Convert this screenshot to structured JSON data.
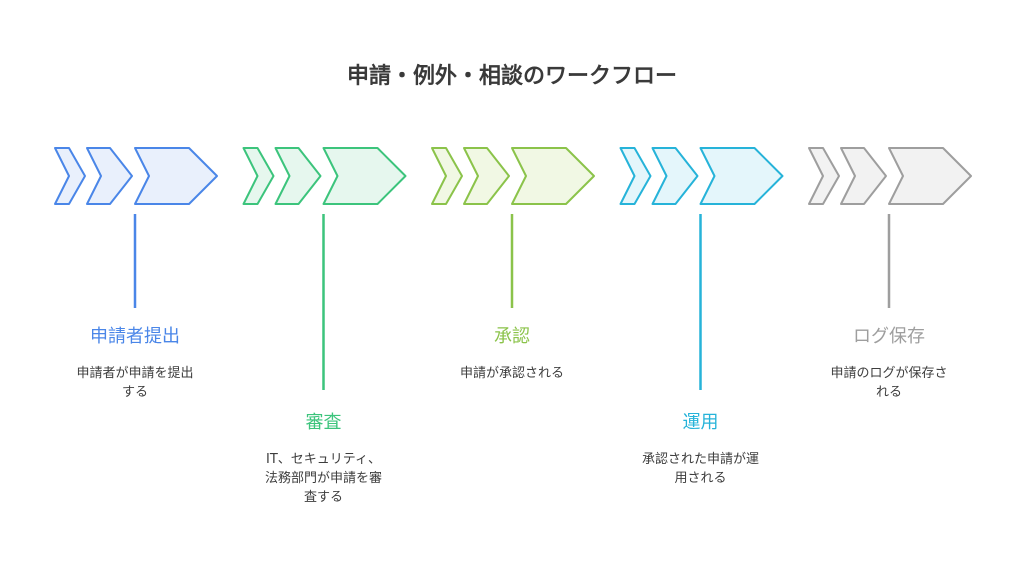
{
  "title": "申請・例外・相談のワークフロー",
  "steps": [
    {
      "title": "申請者提出",
      "description": "申請者が申請を提出\nする",
      "color": "#4a86e8",
      "fill": "#e9f0fc"
    },
    {
      "title": "審査",
      "description": "IT、セキュリティ、\n法務部門が申請を審\n査する",
      "color": "#3cc47c",
      "fill": "#e6f7ee"
    },
    {
      "title": "承認",
      "description": "申請が承認される",
      "color": "#8bc34a",
      "fill": "#f1f8e4"
    },
    {
      "title": "運用",
      "description": "承認された申請が運\n用される",
      "color": "#26b3d9",
      "fill": "#e4f6fb"
    },
    {
      "title": "ログ保存",
      "description": "申請のログが保存さ\nれる",
      "color": "#9e9e9e",
      "fill": "#f2f2f2"
    }
  ]
}
